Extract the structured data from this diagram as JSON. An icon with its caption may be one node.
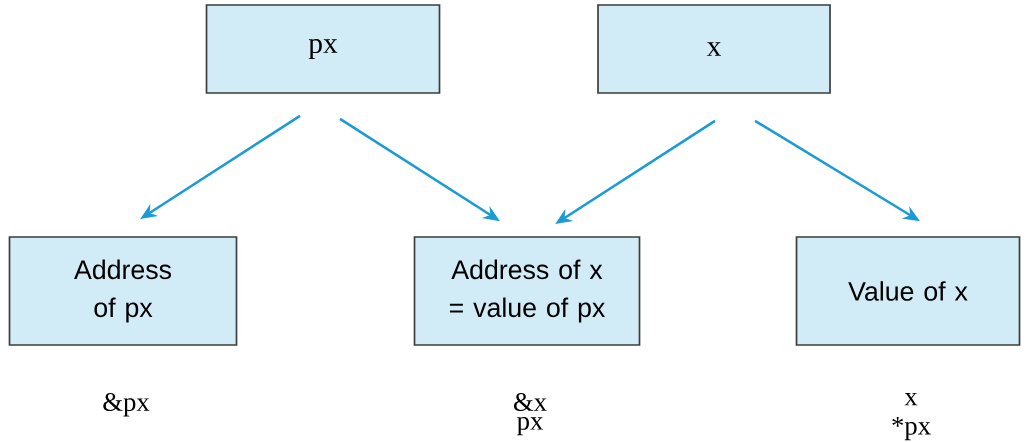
{
  "diagram": {
    "nodes": [
      {
        "text": [
          "px"
        ]
      },
      {
        "text": [
          "x"
        ]
      },
      {
        "text": [
          "Address of px"
        ],
        "beside": [
          "&px"
        ]
      },
      {
        "text": [
          "Address of x = value of px"
        ],
        "beside": [
          "&x",
          "px"
        ]
      },
      {
        "text": [
          "Value of x"
        ],
        "beside": [
          "x",
          "*px"
        ]
      }
    ],
    "edges": [
      {
        "from": 0,
        "to": 2,
        "arrow": "to"
      },
      {
        "from": 0,
        "to": 3,
        "arrow": "to"
      },
      {
        "from": 1,
        "to": 3,
        "arrow": "to"
      },
      {
        "from": 1,
        "to": 4,
        "arrow": "to"
      }
    ]
  }
}
